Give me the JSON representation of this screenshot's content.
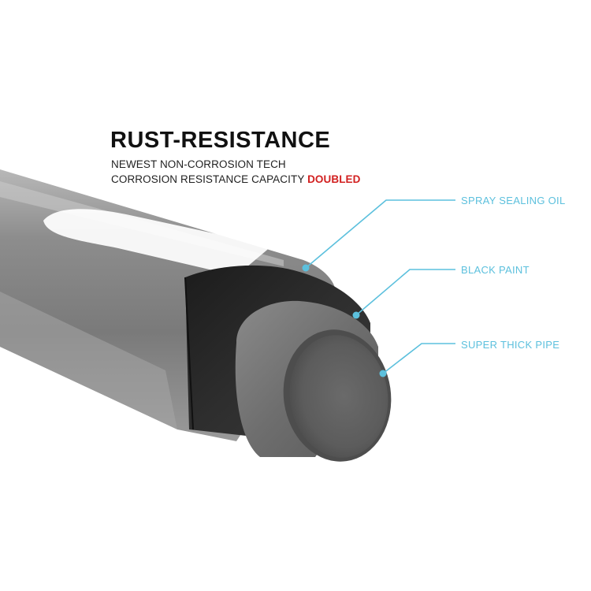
{
  "heading": {
    "title": "RUST-RESISTANCE",
    "line1": "NEWEST NON-CORROSION TECH",
    "line2_prefix": "CORROSION RESISTANCE CAPACITY",
    "line2_highlight": "DOUBLED"
  },
  "callouts": [
    {
      "label": "SPRAY SEALING OIL"
    },
    {
      "label": "BLACK PAINT"
    },
    {
      "label": "SUPER THICK PIPE"
    }
  ],
  "colors": {
    "callout_line": "#5cc0dd",
    "highlight": "#d22020",
    "outer_layer": "#8c8c8c",
    "paint_layer": "#2a2a2a",
    "pipe": "#6f6f6f"
  }
}
